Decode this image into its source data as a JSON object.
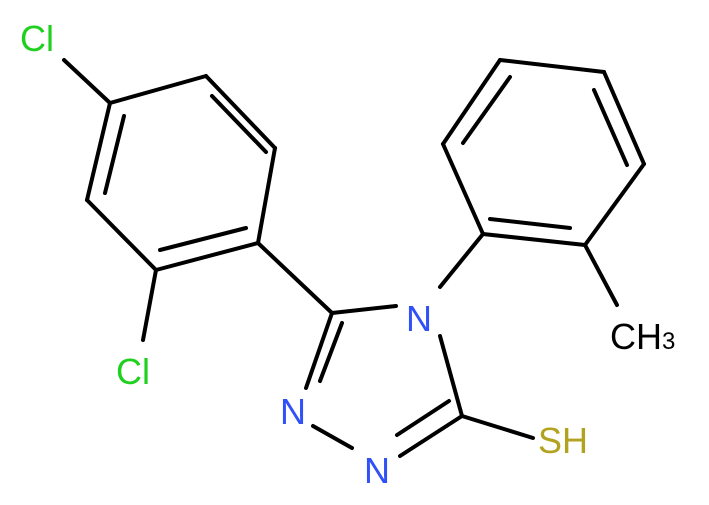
{
  "atoms": {
    "cl_top": "Cl",
    "cl_ortho": "Cl",
    "n4": "N",
    "n2": "N",
    "n1": "N",
    "sh": "SH",
    "methyl_main": "CH",
    "methyl_sub": "3"
  },
  "colors": {
    "bond": "#000000",
    "chlorine": "#1fd01f",
    "nitrogen": "#3050f8",
    "sulfur": "#b2a220",
    "carbon": "#000000"
  }
}
